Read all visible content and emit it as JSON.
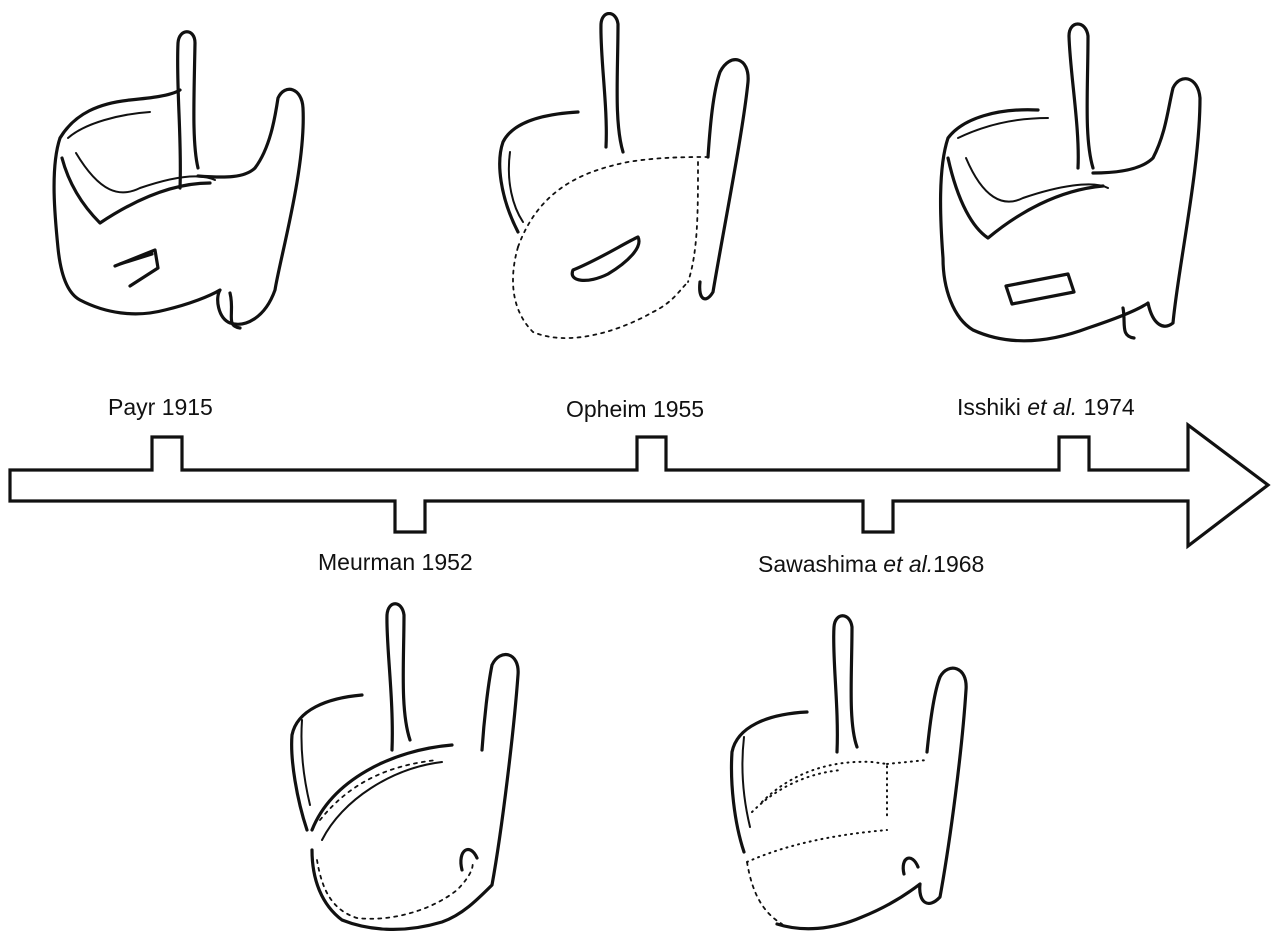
{
  "timeline": {
    "events": [
      {
        "id": "payr",
        "author": "Payr",
        "suffix": "",
        "year": "1915",
        "side": "above"
      },
      {
        "id": "meurman",
        "author": "Meurman",
        "suffix": "",
        "year": "1952",
        "side": "below"
      },
      {
        "id": "opheim",
        "author": "Opheim",
        "suffix": "",
        "year": "1955",
        "side": "above"
      },
      {
        "id": "sawashima",
        "author": "Sawashima",
        "suffix": "et al.",
        "year": "1968",
        "side": "below"
      },
      {
        "id": "isshiki",
        "author": "Isshiki",
        "suffix": "et al.",
        "year": "1974",
        "side": "above"
      }
    ]
  }
}
